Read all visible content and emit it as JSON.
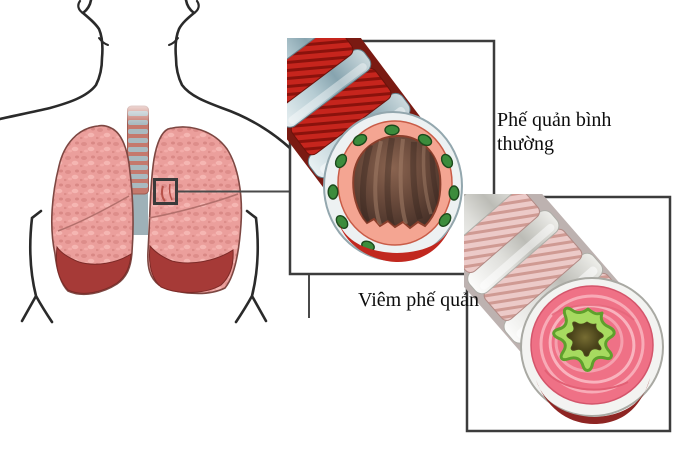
{
  "illustration": {
    "type": "medical-diagram",
    "labels": {
      "normal_bronchus": "Phế quản bình thường",
      "bronchitis": "Viêm phế quản"
    },
    "palette": {
      "outline": "#2a2a2a",
      "lung_pink": "#eb9f9c",
      "lung_base_red": "#a63a37",
      "trachea_ring_blue": "#a9bac0",
      "muscle_red": "#c6251d",
      "cartilage_blue": "#b6ccd3",
      "mucosa_pink": "#f4a592",
      "gland_green": "#3c8c3c",
      "lumen_brown": "#6b4b3c",
      "inflamed_band_pink": "#eccac8",
      "inflamed_wall_pink": "#ef7186",
      "mucus_green": "#a7da60",
      "inflamed_lumen_olive": "#4a431a",
      "inset_border": "#3c3c3c"
    }
  }
}
